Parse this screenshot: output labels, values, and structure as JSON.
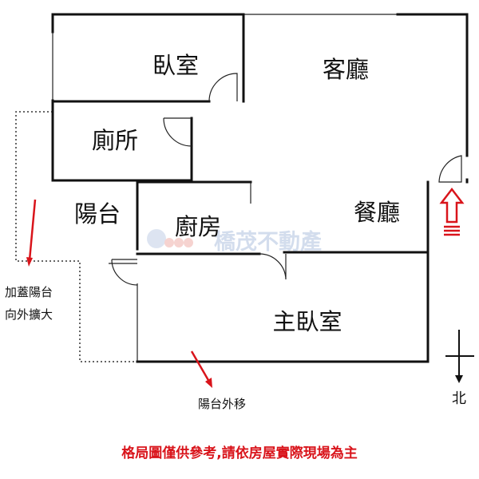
{
  "rooms": {
    "bedroom": "臥室",
    "living_room": "客廳",
    "toilet": "廁所",
    "balcony": "陽台",
    "kitchen": "廚房",
    "dining_room": "餐廳",
    "master_bedroom": "主臥室"
  },
  "notes": {
    "balcony_extended_line1": "加蓋陽台",
    "balcony_extended_line2": "向外擴大",
    "balcony_moved_out": "陽台外移"
  },
  "compass": {
    "north_label": "北"
  },
  "watermark": "橋茂不動產",
  "disclaimer": "格局圖僅供參考,請依房屋實際現場為主",
  "colors": {
    "annotation_red": "#d9141b",
    "watermark_blue": "#9fb4d8"
  },
  "icons": [
    "entrance-arrow-icon",
    "north-compass-icon",
    "watermark-logo-icon"
  ]
}
